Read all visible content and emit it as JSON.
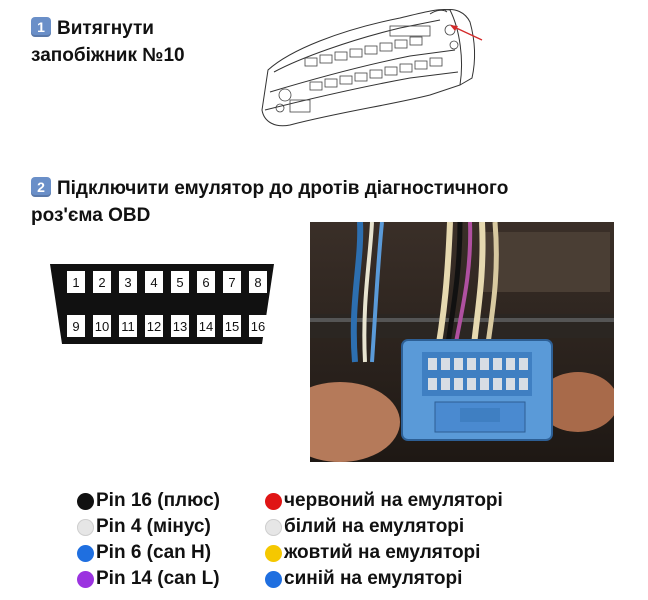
{
  "step1": {
    "number": "1",
    "title_line1": "Витягнути",
    "title_line2": "запобіжник №10"
  },
  "step2": {
    "number": "2",
    "title_line1": "Підключити емулятор до дротів діагностичного",
    "title_line2": "роз'єма OBD"
  },
  "obd_connector": {
    "top_pins": [
      "1",
      "2",
      "3",
      "4",
      "5",
      "6",
      "7",
      "8"
    ],
    "bottom_pins": [
      "9",
      "10",
      "11",
      "12",
      "13",
      "14",
      "15",
      "16"
    ]
  },
  "legend_left": [
    {
      "label": "Pin 16 (плюс)",
      "color": "#111111"
    },
    {
      "label": "Pin 4 (мінус)",
      "color": "#e6e6e6"
    },
    {
      "label": "Pin 6 (can H)",
      "color": "#1f6fe0"
    },
    {
      "label": "Pin 14 (can L)",
      "color": "#9b33e0"
    }
  ],
  "legend_right": [
    {
      "label": "червоний на емуляторі",
      "color": "#e01515"
    },
    {
      "label": "білий на емуляторі",
      "color": "#e6e6e6"
    },
    {
      "label": "жовтий на емуляторі",
      "color": "#f5c800"
    },
    {
      "label": "синій на емуляторі",
      "color": "#1f6fe0"
    }
  ],
  "colors": {
    "badge": "#6a8fc8",
    "connector_blue": "#5a9ad8",
    "arrow": "#d42a2a"
  }
}
